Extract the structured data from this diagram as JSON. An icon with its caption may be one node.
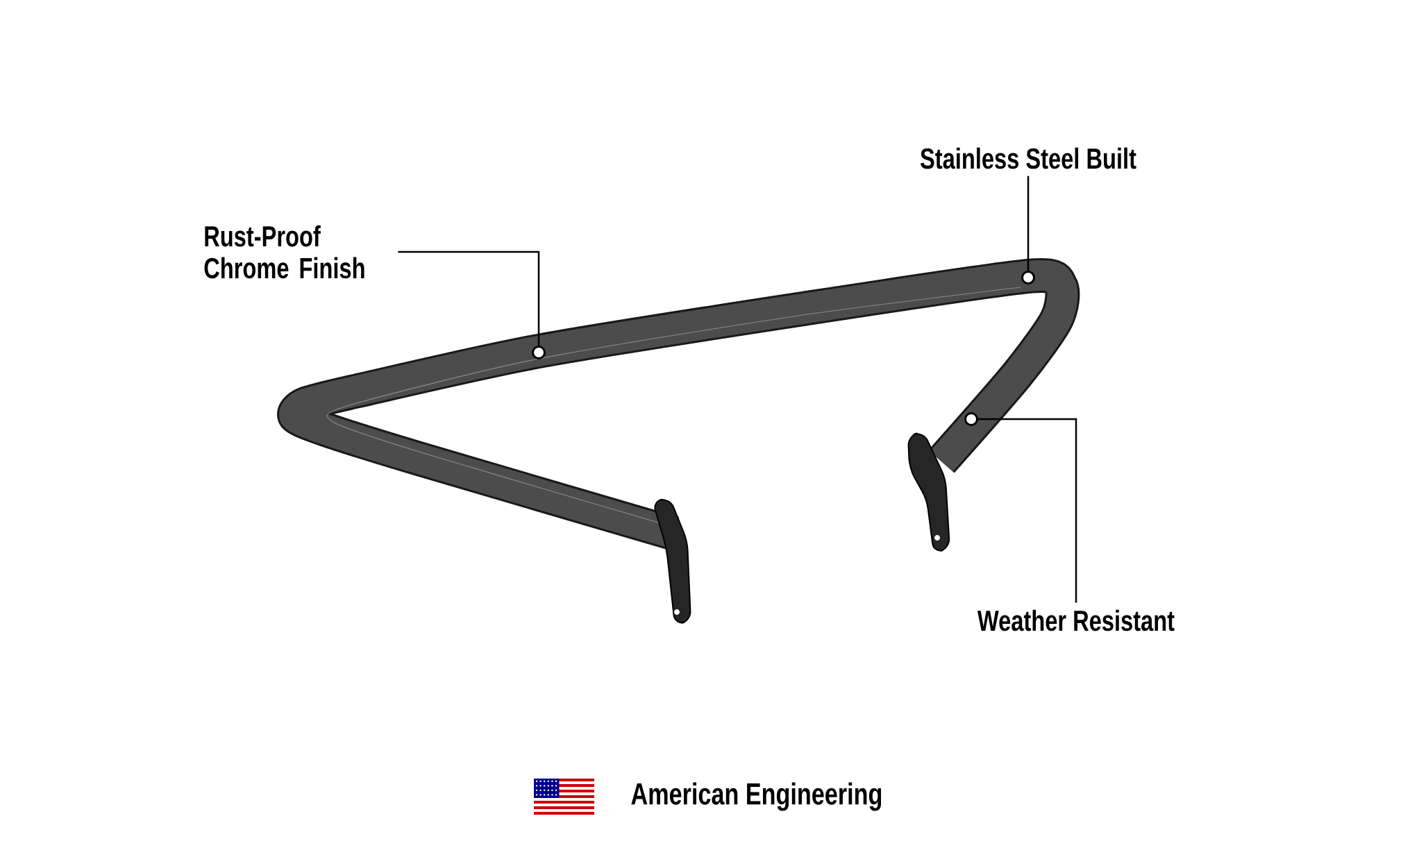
{
  "diagram": {
    "nodes": [
      {
        "text": [
          "Rust-Proof Chrome Finish"
        ]
      },
      {
        "text": [],
        "shape": "circle"
      },
      {
        "text": [
          "Stainless Steel Built"
        ]
      },
      {
        "text": [],
        "shape": "circle"
      },
      {
        "text": [
          "Weather Resistant"
        ]
      },
      {
        "text": [],
        "shape": "circle"
      }
    ],
    "edges": [
      {
        "from": 0,
        "to": 1,
        "arrow": "none"
      },
      {
        "from": 2,
        "to": 3,
        "arrow": "none"
      },
      {
        "from": 4,
        "to": 5,
        "arrow": "none"
      }
    ],
    "labels": [
      "American Engineering"
    ]
  }
}
